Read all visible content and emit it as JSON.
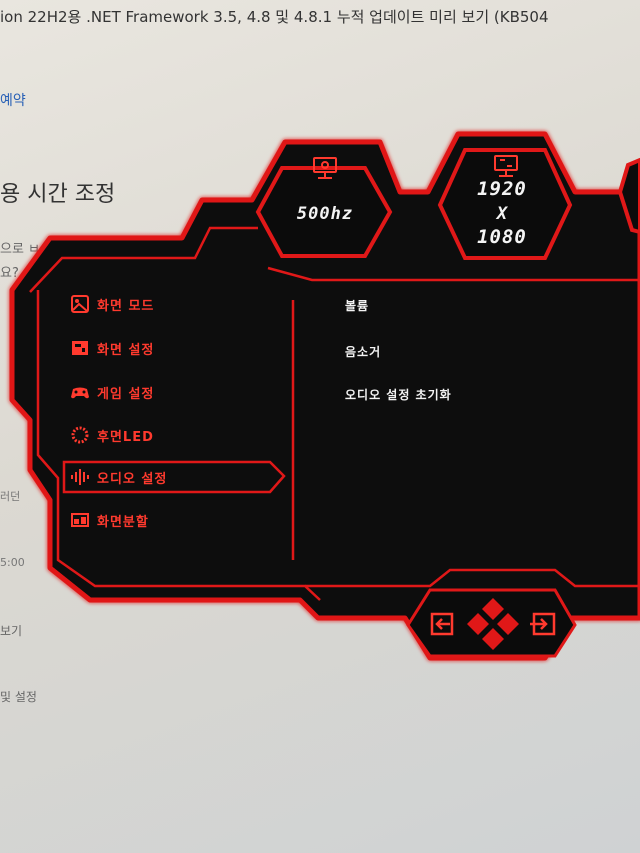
{
  "background_page": {
    "title": "ion 22H2용 .NET Framework 3.5, 4.8 및 4.8.1 누적 업데이트 미리 보기 (KB504",
    "link": "예약",
    "heading": "용 시간 조정",
    "line1": "으로 ㅂ",
    "line2": "요?",
    "line3": "러던",
    "line4": "5:00",
    "line5": "보기",
    "line6": "및 설정"
  },
  "osd": {
    "refresh_rate": "500hz",
    "resolution": {
      "width": "1920",
      "x": "X",
      "height": "1080"
    },
    "menu": [
      {
        "label": "화면 모드",
        "icon": "image-icon"
      },
      {
        "label": "화면 설정",
        "icon": "screen-settings-icon"
      },
      {
        "label": "게임 설정",
        "icon": "gamepad-icon"
      },
      {
        "label": "후면LED",
        "icon": "led-ring-icon"
      },
      {
        "label": "오디오 설정",
        "icon": "audio-wave-icon"
      },
      {
        "label": "화면분할",
        "icon": "split-screen-icon"
      }
    ],
    "selected_index": 4,
    "submenu": [
      {
        "label": "볼륨"
      },
      {
        "label": "음소거"
      },
      {
        "label": "오디오 설정 초기화"
      }
    ],
    "nav": {
      "back_icon": "back-arrow-icon",
      "dpad_icon": "dpad-icon",
      "enter_icon": "enter-icon"
    },
    "colors": {
      "accent": "#e01818",
      "panel": "#0b0b0b",
      "text": "#f2f2f2",
      "menu_text": "#ff3a2e"
    }
  }
}
